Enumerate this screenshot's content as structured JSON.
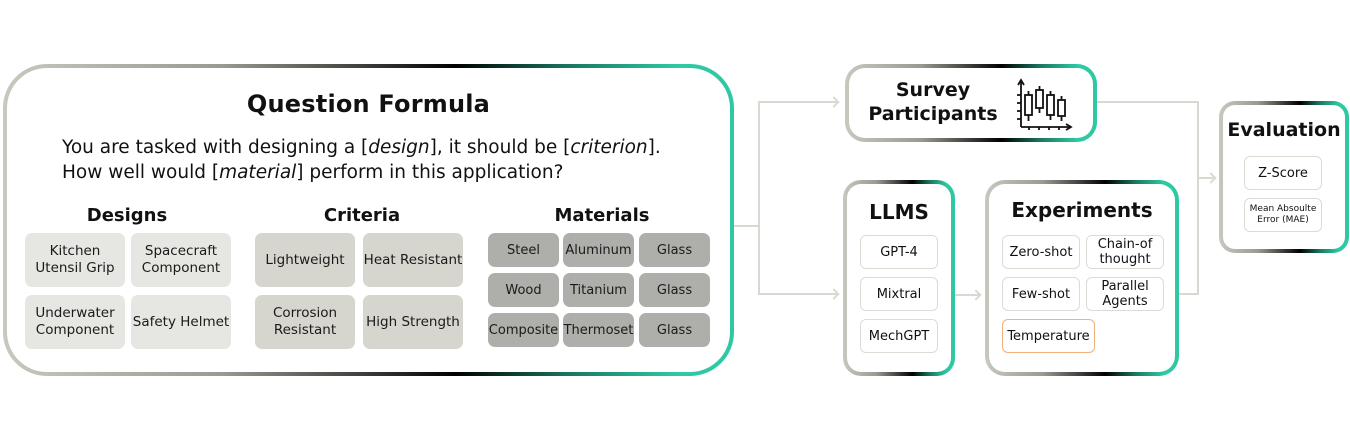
{
  "question_formula": {
    "title": "Question Formula",
    "line1_prefix": "You are tasked with designing a [",
    "line1_var1": "design",
    "line1_mid": "], it should be [",
    "line1_var2": "criterion",
    "line1_suffix": "].",
    "line2_prefix": "How well would [",
    "line2_var": "material",
    "line2_suffix": "] perform in this application?",
    "designs": {
      "heading": "Designs",
      "items": [
        "Kitchen Utensil Grip",
        "Spacecraft Component",
        "Underwater Component",
        "Safety Helmet"
      ]
    },
    "criteria": {
      "heading": "Criteria",
      "items": [
        "Lightweight",
        "Heat Resistant",
        "Corrosion Resistant",
        "High Strength"
      ]
    },
    "materials": {
      "heading": "Materials",
      "items": [
        "Steel",
        "Aluminum",
        "Glass",
        "Wood",
        "Titanium",
        "Glass",
        "Composite",
        "Thermoset",
        "Glass"
      ]
    }
  },
  "survey": {
    "label_line1": "Survey",
    "label_line2": "Participants",
    "icon": "candlestick-chart-icon"
  },
  "llms": {
    "title": "LLMS",
    "items": [
      "GPT-4",
      "Mixtral",
      "MechGPT"
    ]
  },
  "experiments": {
    "title": "Experiments",
    "items": [
      "Zero-shot",
      "Chain-of thought",
      "Few-shot",
      "Parallel Agents",
      "Temperature"
    ]
  },
  "evaluation": {
    "title": "Evaluation",
    "items": [
      "Z-Score",
      "Mean Absoulte Error (MAE)"
    ]
  },
  "colors": {
    "teal": "#2ec8a2",
    "grey_border": "#c9c8bf",
    "connector": "#d9d9d1",
    "design_chip": "#e6e6e2",
    "criteria_chip": "#d6d6cf",
    "material_chip": "#aeaeaa",
    "highlight_chip_border": "#f0b07a"
  }
}
